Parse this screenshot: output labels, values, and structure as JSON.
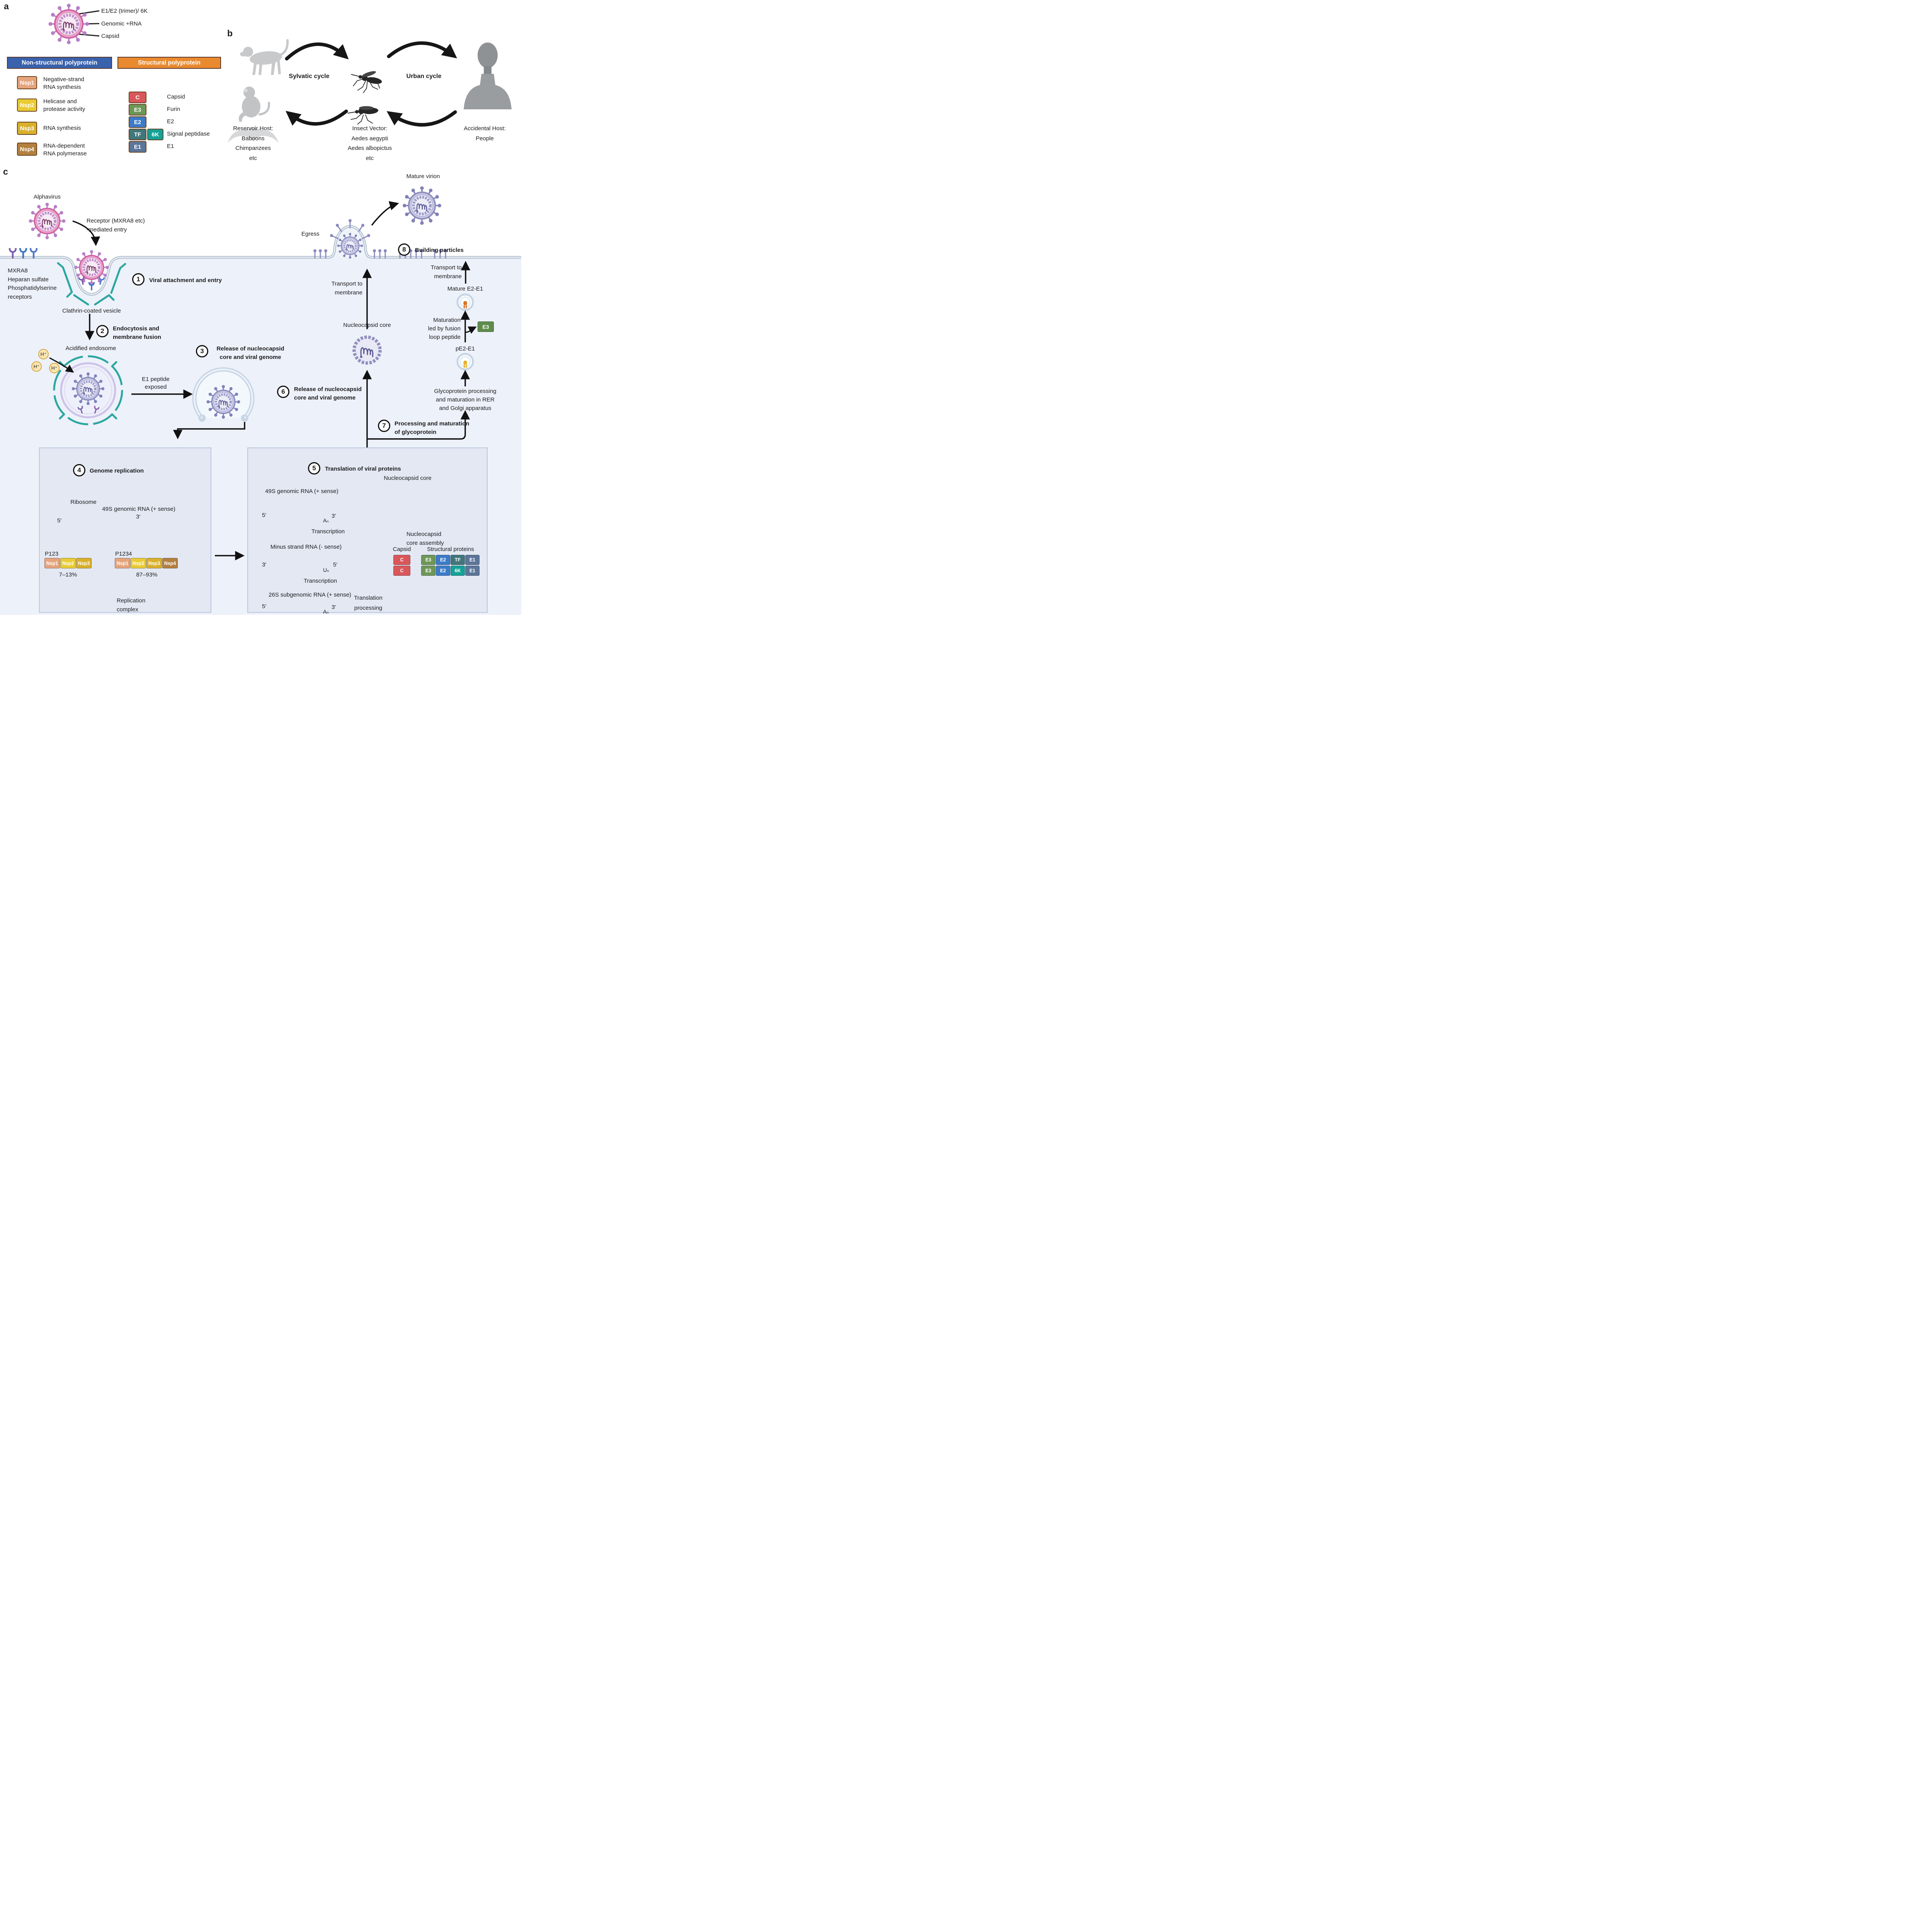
{
  "panel_a": {
    "label": "a",
    "virus_labels": [
      "E1/E2 (trimer)/ 6K",
      "Genomic +RNA",
      "Capsid"
    ],
    "nonstructural": {
      "header": "Non-structural polyprotein",
      "rows": [
        {
          "badge": "Nsp1",
          "desc": "Negative-strand\nRNA synthesis"
        },
        {
          "badge": "Nsp2",
          "desc": "Helicase and\nprotease activity"
        },
        {
          "badge": "Nsp3",
          "desc": "RNA synthesis"
        },
        {
          "badge": "Nsp4",
          "desc": "RNA-dependent\nRNA polymerase"
        }
      ]
    },
    "structural": {
      "header": "Structural polyprotein",
      "rows": [
        {
          "badge": "C",
          "desc": "Capsid"
        },
        {
          "badge": "E3",
          "desc": "Furin"
        },
        {
          "badge": "E2",
          "desc": "E2"
        },
        {
          "badge": "TF",
          "badge2": "6K",
          "desc": "Signal peptidase"
        },
        {
          "badge": "E1",
          "desc": "E1"
        }
      ]
    }
  },
  "panel_b": {
    "label": "b",
    "sylvatic": "Sylvatic cycle",
    "urban": "Urban cycle",
    "reservoir": "Reservoir Host:\nBaboons\nChimpanzees\netc",
    "vector": "Insect Vector:\nAedes aegypti\nAedes albopictus\netc",
    "accidental": "Accidental Host:\nPeople"
  },
  "panel_c": {
    "label": "c",
    "alphavirus": "Alphavirus",
    "receptor_entry": "Receptor (MXRA8 etc)\n-mediated entry",
    "receptor_list": "MXRA8\nHeparan sulfate\nPhosphatidylserine\nreceptors",
    "clathrin": "Clathrin-coated vesicle",
    "acidified": "Acidified endosome",
    "hplus": "H⁺",
    "e1_peptide": "E1 peptide\nexposed",
    "steps": [
      {
        "n": "1",
        "label": "Viral attachment and entry"
      },
      {
        "n": "2",
        "label": "Endocytosis and\nmembrane fusion"
      },
      {
        "n": "3",
        "label": "Release of nucleocapsid\ncore and viral genome"
      },
      {
        "n": "4",
        "label": "Genome replication"
      },
      {
        "n": "5",
        "label": "Translation of  viral proteins"
      },
      {
        "n": "6",
        "label": "Release of nucleocapsid\ncore and viral genome"
      },
      {
        "n": "7",
        "label": "Processing and maturation\nof glycoprotein"
      },
      {
        "n": "8",
        "label": "Building particles"
      }
    ],
    "box4": {
      "ribosome": "Ribosome",
      "rna49s": "49S genomic RNA (+ sense)",
      "five": "5'",
      "three": "3'",
      "p123": "P123",
      "p1234": "P1234",
      "nsp": [
        "Nsp1",
        "Nsp2",
        "Nsp3",
        "Nsp4"
      ],
      "pct_left": "7–13%",
      "pct_right": "87–93%",
      "replication": "Replication\ncomplex"
    },
    "box5": {
      "rna49s": "49S genomic RNA (+ sense)",
      "minus": "Minus strand RNA (- sense)",
      "rna26s": "26S subgenomic RNA (+ sense)",
      "transcription": "Transcription",
      "translation": "Translation",
      "processing": "processing",
      "five": "5'",
      "three": "3'",
      "an": "Aₙ",
      "un": "Uₙ",
      "capsid_label": "Capsid",
      "c": "C",
      "structural_label": "Structural proteins",
      "row1": [
        "E3",
        "E2",
        "TF",
        "E1"
      ],
      "row2": [
        "E3",
        "E2",
        "6K",
        "E1"
      ],
      "nucleocapsid": "Nucleocapsid core",
      "assembly": "Nucleocapsid\ncore assembly"
    },
    "right": {
      "egress": "Egress",
      "mature_virion": "Mature virion",
      "transport1": "Transport to\nmembrane",
      "transport2": "Transport to\nmembrane",
      "nucleocapsid": "Nucleocapsid core",
      "mature_e2e1": "Mature E2-E1",
      "maturation": "Maturation\nled by fusion\nloop peptide",
      "e3": "E3",
      "pe2e1": "pE2-E1",
      "glyco": "Glycoprotein processing\nand maturation in RER\nand Golgi apparatus"
    }
  },
  "colors": {
    "nonstructural_header": "#3a62ad",
    "structural_header": "#e98a2e",
    "nsp1": "#e5a47c",
    "nsp2": "#e9cb35",
    "nsp3": "#d9b02c",
    "nsp4": "#b3803f",
    "c_box": "#d9575a",
    "e3_box": "#6e9757",
    "e2_box": "#3b7bc8",
    "tf_box": "#41767b",
    "k6_box": "#13a297",
    "e1_box": "#5c7599",
    "membrane": "#b3bfcc",
    "cytoplasm": "#edf1f9",
    "clathrin": "#2aa7a1",
    "virus_pink": "#cf62a4",
    "virus_purple": "#8d8dbd",
    "rna_plus": "#a61e22",
    "rna_minus": "#8a5a28"
  }
}
